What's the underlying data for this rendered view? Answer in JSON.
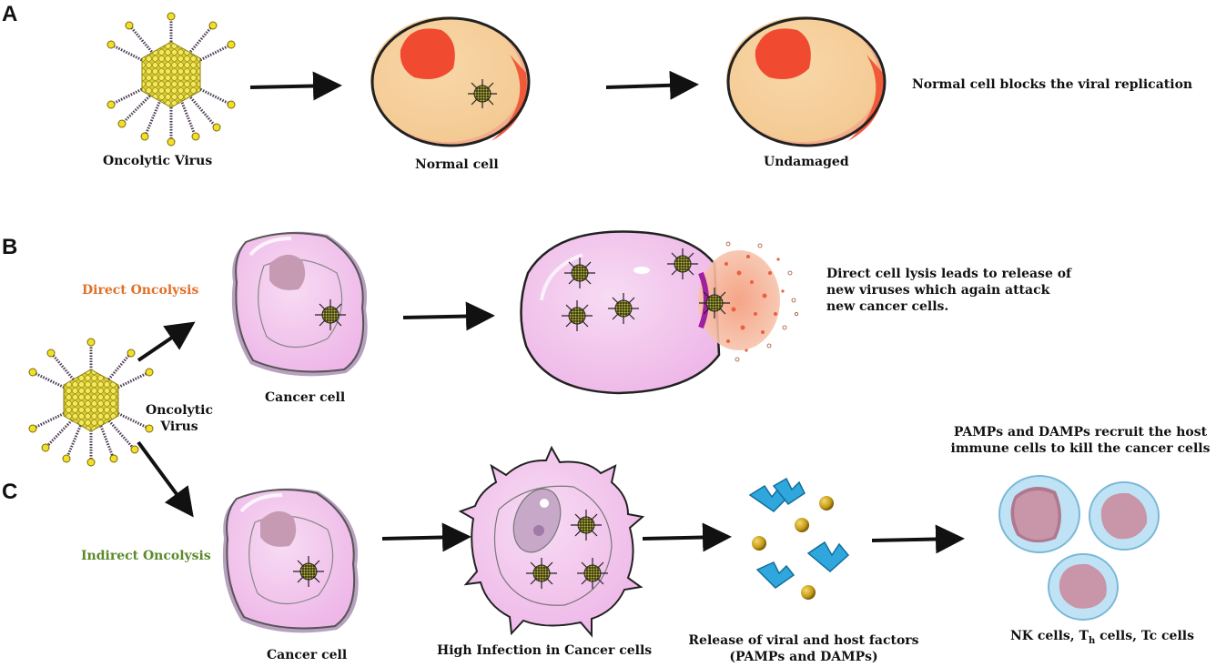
{
  "panels": {
    "a": "A",
    "b": "B",
    "c": "C"
  },
  "row_a": {
    "virus_label": "Oncolytic Virus",
    "normal_cell_label": "Normal cell",
    "undamaged_label": "Undamaged",
    "outcome_text": "Normal cell blocks the viral replication"
  },
  "row_b": {
    "direct_label": "Direct Oncolysis",
    "cancer_cell_label": "Cancer cell",
    "virus_label_line1": "Oncolytic",
    "virus_label_line2": "Virus",
    "outcome_lines": [
      "Direct cell lysis leads to release of",
      "new viruses which again attack",
      "new cancer cells."
    ]
  },
  "row_c": {
    "indirect_label": "Indirect Oncolysis",
    "cancer_cell_label": "Cancer cell",
    "infection_label": "High Infection in Cancer cells",
    "release_lines": [
      "Release of viral and host factors",
      "(PAMPs and DAMPs)"
    ],
    "immune_label": "NK cells, Th cells, Tc cells",
    "recruit_lines": [
      "PAMPs and DAMPs recruit the host",
      "immune cells to kill the cancer cells"
    ]
  },
  "colors": {
    "virus_yellow": "#e8d93a",
    "virus_outline": "#6b6010",
    "cell_beige": "#f7d3a3",
    "nucleus_red": "#f0472e",
    "cancer_pink": "#f2c4ec",
    "lysis_orange": "#f07050",
    "factor_blue": "#2fa7dc",
    "factor_gold": "#c8a21a",
    "immune_blue": "#bfe3f5",
    "direct_orange": "#e0702a",
    "indirect_green": "#5a8a2a"
  }
}
